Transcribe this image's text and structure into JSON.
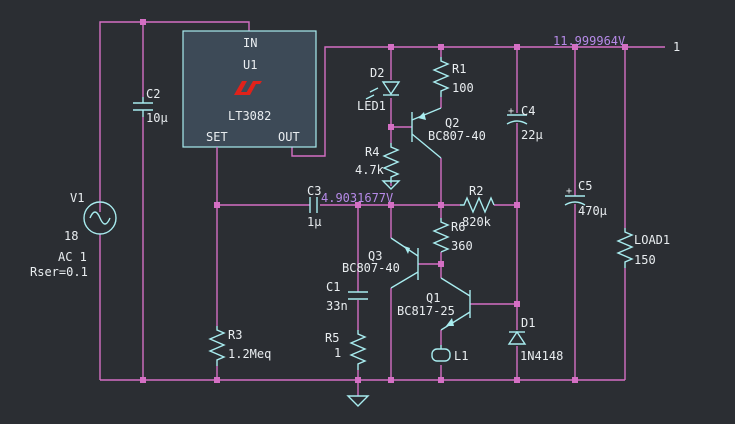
{
  "u1": {
    "pin_in": "IN",
    "ref": "U1",
    "part": "LT3082",
    "pin_set": "SET",
    "pin_out": "OUT",
    "logo_color": "#e0221a"
  },
  "c2": {
    "ref": "C2",
    "value": "10µ"
  },
  "v1": {
    "ref": "V1",
    "value": "18",
    "ac": "AC 1",
    "rser": "Rser=0.1"
  },
  "d2": {
    "ref": "D2",
    "value": "LED1"
  },
  "r1": {
    "ref": "R1",
    "value": "100"
  },
  "q2": {
    "ref": "Q2",
    "value": "BC807-40"
  },
  "r4": {
    "ref": "R4",
    "value": "4.7k"
  },
  "c3": {
    "ref": "C3",
    "value": "1µ"
  },
  "c4": {
    "ref": "C4",
    "value": "22µ"
  },
  "r2": {
    "ref": "R2",
    "value": "820k"
  },
  "r6": {
    "ref": "R6",
    "value": "360"
  },
  "c5": {
    "ref": "C5",
    "value": "470µ"
  },
  "load1": {
    "ref": "LOAD1",
    "value": "150"
  },
  "q3": {
    "ref": "Q3",
    "value": "BC807-40"
  },
  "c1": {
    "ref": "C1",
    "value": "33n"
  },
  "q1": {
    "ref": "Q1",
    "value": "BC817-25"
  },
  "d1": {
    "ref": "D1",
    "value": "1N4148"
  },
  "r3": {
    "ref": "R3",
    "value": "1.2Meq"
  },
  "r5": {
    "ref": "R5",
    "value": "1"
  },
  "l1": {
    "ref": "L1"
  },
  "net_out": {
    "label": "1",
    "voltage": "11.999964V"
  },
  "net_set": {
    "voltage": "4.9031677V"
  },
  "colors": {
    "background": "#2b2e33",
    "wire": "#d46fc4",
    "component": "#a8ecef",
    "voltage": "#b68ae8"
  }
}
